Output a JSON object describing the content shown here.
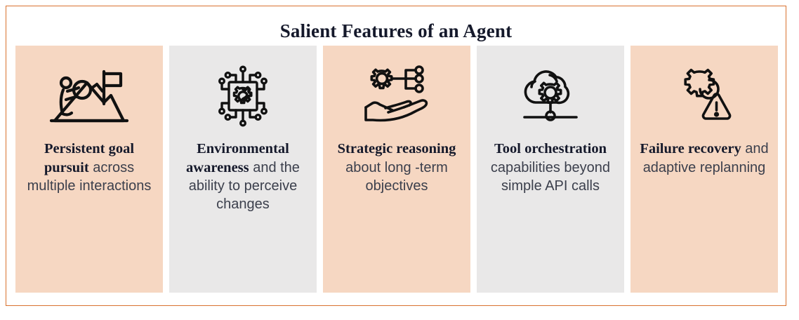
{
  "header": {
    "title": "Salient Features of an Agent"
  },
  "theme": {
    "border_color": "#d9722f",
    "peach": "#f6d7c2",
    "gray": "#e9e8e8",
    "heading_color": "#15192b",
    "body_color": "#3b3f4c",
    "icon_color": "#111111"
  },
  "columns": [
    {
      "background": "peach",
      "icon": "mountain-flag-climber-icon",
      "lead": "Persistent goal pursuit",
      "rest": " across multiple interactions"
    },
    {
      "background": "gray",
      "icon": "chip-gear-circuit-icon",
      "lead": "Environmental awareness",
      "rest": " and the ability to perceive changes"
    },
    {
      "background": "peach",
      "icon": "hand-gear-network-icon",
      "lead": "Strategic reasoning",
      "rest": " about long -term objectives"
    },
    {
      "background": "gray",
      "icon": "cloud-gear-node-icon",
      "lead": "Tool orchestration",
      "rest": " capabilities beyond simple API calls"
    },
    {
      "background": "peach",
      "icon": "gear-warning-icon",
      "lead": "Failure recovery",
      "rest": " and adaptive replanning"
    }
  ]
}
